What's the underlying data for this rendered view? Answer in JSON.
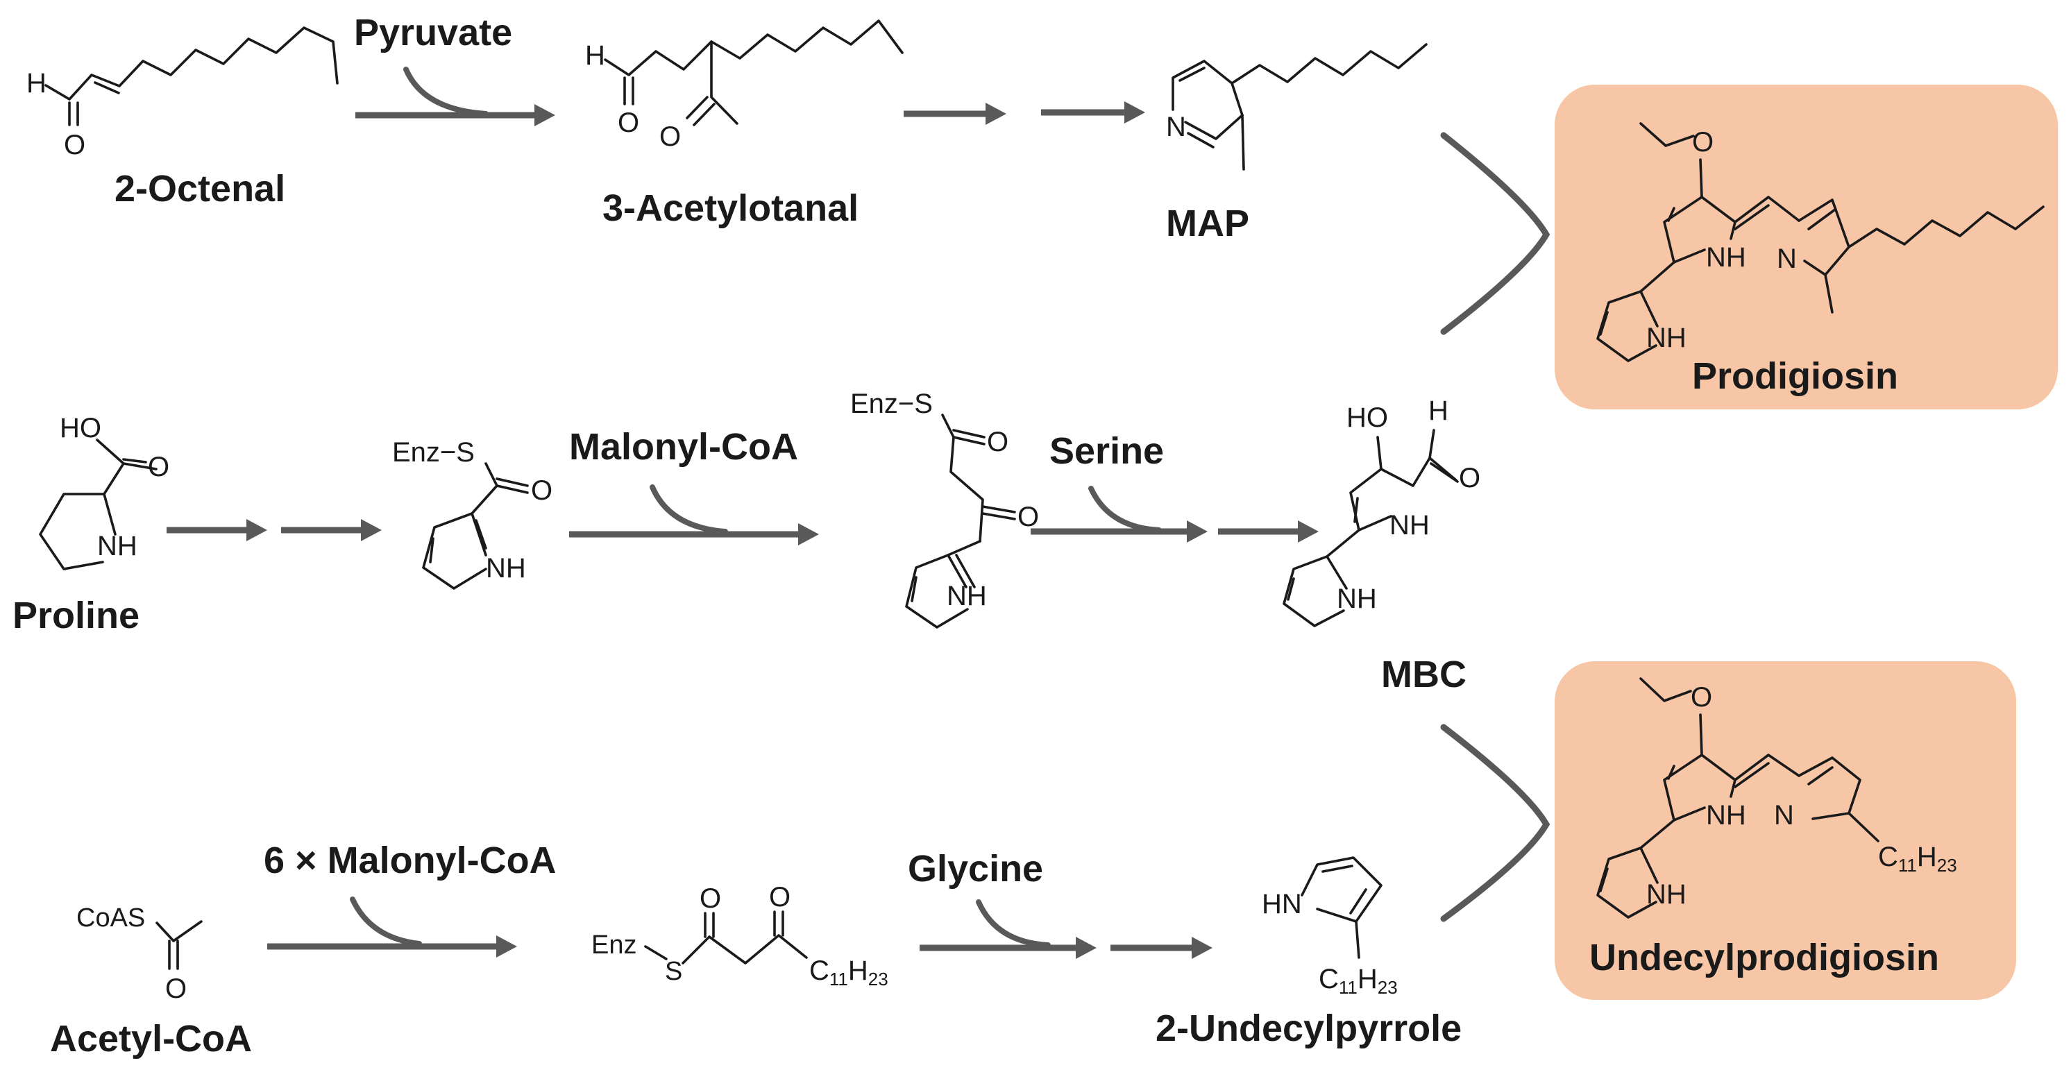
{
  "compounds": {
    "octenal": "2-Octenal",
    "acetyloctanal": "3-Acetylotanal",
    "map": "MAP",
    "prodigiosin": "Prodigiosin",
    "proline": "Proline",
    "mbc": "MBC",
    "acetylcoa": "Acetyl-CoA",
    "undecylpyrrole": "2-Undecylpyrrole",
    "undecylprodigiosin": "Undecylprodigiosin"
  },
  "reagents": {
    "pyruvate": "Pyruvate",
    "malonylcoa": "Malonyl-CoA",
    "serine": "Serine",
    "malonylcoa6": "6 × Malonyl-CoA",
    "glycine": "Glycine"
  },
  "atoms": {
    "H": "H",
    "O": "O",
    "N": "N",
    "NH": "NH",
    "HN": "HN",
    "HO": "HO",
    "S": "S",
    "CoAS": "CoAS",
    "EnzS": "Enz−S",
    "Enz": "Enz",
    "C": "C",
    "eleven": "11",
    "H23": "H",
    "twentythree": "23"
  },
  "colors": {
    "box_fill": "#f7c6a6",
    "arrow": "#595959",
    "bond": "#1a1a1a"
  }
}
